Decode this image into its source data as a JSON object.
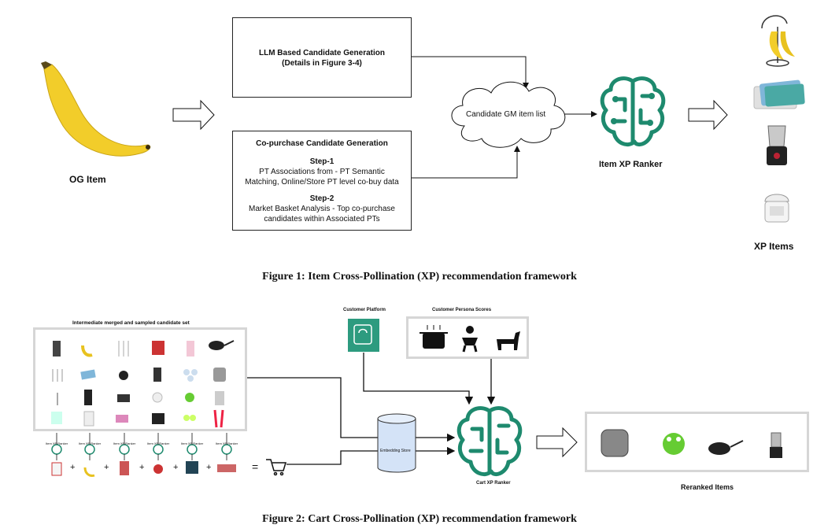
{
  "figure1": {
    "og_item_label": "OG Item",
    "llm_box": {
      "line1": "LLM Based Candidate Generation",
      "line2": "(Details in Figure 3-4)"
    },
    "copurchase_box": {
      "title": "Co-purchase Candidate Generation",
      "step1_title": "Step-1",
      "step1_text_1": "PT Associations from - PT Semantic",
      "step1_text_2": "Matching, Online/Store PT level co-buy data",
      "step2_title": "Step-2",
      "step2_text_1": "Market Basket Analysis - Top co-purchase",
      "step2_text_2": "candidates within Associated PTs"
    },
    "cloud_label": "Candidate GM item list",
    "ranker_label": "Item XP Ranker",
    "xp_items_label": "XP Items",
    "caption": "Figure 1: Item Cross-Pollination (XP) recommendation framework"
  },
  "figure2": {
    "candidate_set_title": "Intermediate merged and sampled candidate set",
    "customer_platform_label": "Customer Platform",
    "persona_scores_label": "Customer Persona Scores",
    "embedding_store_label": "Embedding Store",
    "cart_ranker_label": "Cart XP Ranker",
    "reranked_label": "Reranked Items",
    "item_xp_small_label": "Item XP Ranker",
    "plus_sign": "+",
    "equals_sign": "=",
    "caption": "Figure 2: Cart Cross-Pollination (XP) recommendation framework"
  },
  "colors": {
    "ranker_green": "#1e8a6e",
    "platform_green": "#2d9b7f",
    "line": "#111111"
  }
}
